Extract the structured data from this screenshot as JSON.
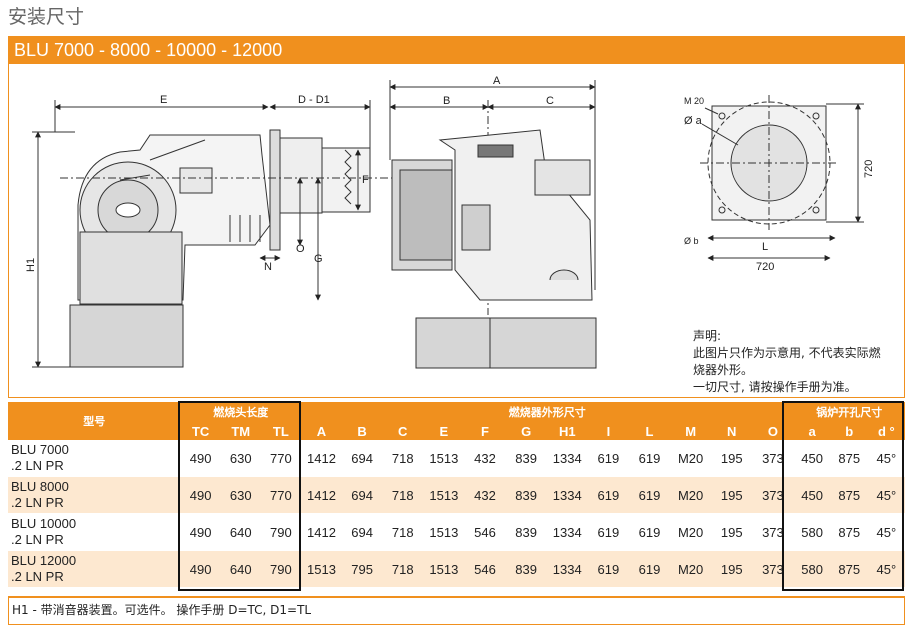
{
  "page_title": "安装尺寸",
  "model_bar": "BLU 7000 - 8000 - 10000 - 12000",
  "dims": {
    "E": "E",
    "D_D1": "D - D1",
    "A": "A",
    "B": "B",
    "C": "C",
    "H1": "H1",
    "F": "F",
    "G": "G",
    "N": "N",
    "O": "O",
    "M20": "M 20",
    "Oa": "Ø a",
    "Ob": "Ø b",
    "L": "L",
    "s720_h": "720",
    "s720_v": "720"
  },
  "notice": [
    "声明:",
    "此图片只作为示意用, 不代表实际燃",
    "烧器外形。",
    "一切尺寸, 请按操作手册为准。"
  ],
  "table": {
    "group_headers": {
      "model": "型号",
      "head": "燃烧头长度",
      "outline": "燃烧器外形尺寸",
      "boiler": "锅炉开孔尺寸"
    },
    "sub_headers": [
      "TC",
      "TM",
      "TL",
      "A",
      "B",
      "C",
      "E",
      "F",
      "G",
      "H1",
      "I",
      "L",
      "M",
      "N",
      "O",
      "a",
      "b",
      "d °"
    ],
    "rows": [
      {
        "model": [
          "BLU 7000",
          ".2 LN PR"
        ],
        "values": [
          "490",
          "630",
          "770",
          "1412",
          "694",
          "718",
          "1513",
          "432",
          "839",
          "1334",
          "619",
          "619",
          "M20",
          "195",
          "373",
          "450",
          "875",
          "45°"
        ]
      },
      {
        "model": [
          "BLU 8000",
          ".2 LN PR"
        ],
        "values": [
          "490",
          "630",
          "770",
          "1412",
          "694",
          "718",
          "1513",
          "432",
          "839",
          "1334",
          "619",
          "619",
          "M20",
          "195",
          "373",
          "450",
          "875",
          "45°"
        ]
      },
      {
        "model": [
          "BLU 10000",
          ".2 LN PR"
        ],
        "values": [
          "490",
          "640",
          "790",
          "1412",
          "694",
          "718",
          "1513",
          "546",
          "839",
          "1334",
          "619",
          "619",
          "M20",
          "195",
          "373",
          "580",
          "875",
          "45°"
        ]
      },
      {
        "model": [
          "BLU 12000",
          ".2 LN PR"
        ],
        "values": [
          "490",
          "640",
          "790",
          "1513",
          "795",
          "718",
          "1513",
          "546",
          "839",
          "1334",
          "619",
          "619",
          "M20",
          "195",
          "373",
          "580",
          "875",
          "45°"
        ]
      }
    ]
  },
  "footnote": "H1 - 带消音器装置。可选件。 操作手册 D=TC, D1=TL",
  "colors": {
    "accent": "#f0901e",
    "row_tint": "#fde8d0",
    "line": "#333333"
  }
}
